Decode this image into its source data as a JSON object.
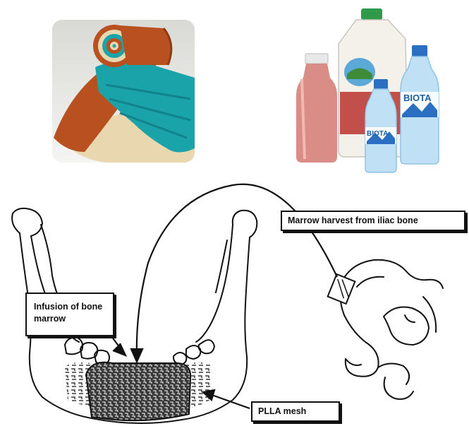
{
  "photos": {
    "towel": {
      "description_icon": "rolled-towel-image"
    },
    "bottles": {
      "brand_label": "BIOTA",
      "brand_label_small": "BIOTA"
    }
  },
  "labels": {
    "marrow_harvest": "Marrow harvest from iliac bone",
    "infusion": "Infusion of bone marrow",
    "mesh": "PLLA mesh"
  },
  "colors": {
    "towel_teal": "#1aa3a8",
    "towel_orange": "#b8501f",
    "towel_cream": "#e9d7b0",
    "milk_bottle": "#f3f1ea",
    "smoothie": "#d98d86",
    "water_blue": "#8ec3e6",
    "cap_green": "#2f9a4a",
    "cap_blue": "#2a6fc2"
  }
}
